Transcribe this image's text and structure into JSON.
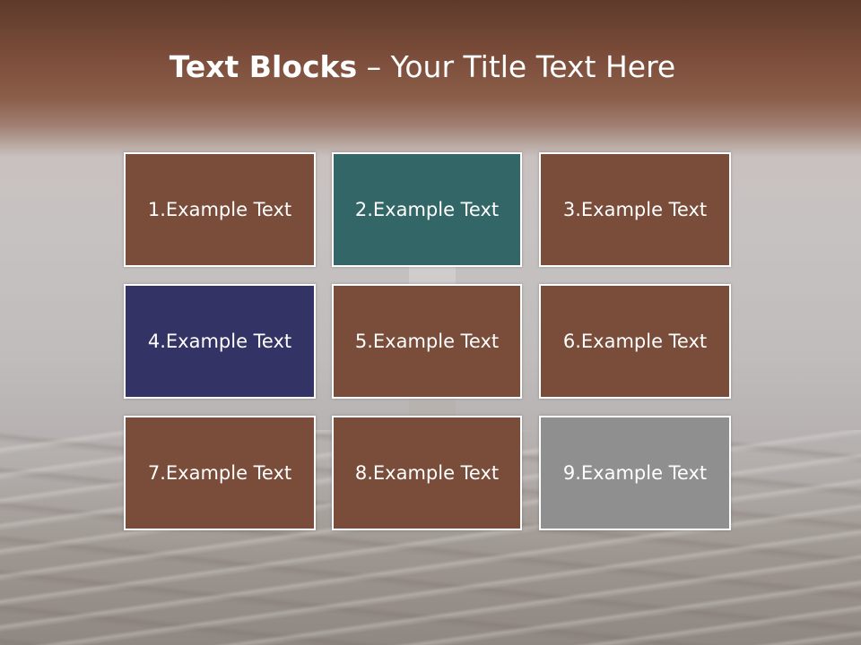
{
  "title": {
    "bold_part": "Text Blocks",
    "separator": " – ",
    "regular_part": "Your Title Text Here"
  },
  "tiles": [
    {
      "label": "1.Example Text",
      "color": "#7a4c3a"
    },
    {
      "label": "2.Example Text",
      "color": "#336666"
    },
    {
      "label": "3.Example Text",
      "color": "#7a4c3a"
    },
    {
      "label": "4.Example Text",
      "color": "#333366"
    },
    {
      "label": "5.Example Text",
      "color": "#7a4c3a"
    },
    {
      "label": "6.Example Text",
      "color": "#7a4c3a"
    },
    {
      "label": "7.Example Text",
      "color": "#7a4c3a"
    },
    {
      "label": "8.Example Text",
      "color": "#7a4c3a"
    },
    {
      "label": "9.Example Text",
      "color": "#8f8f8f"
    }
  ]
}
